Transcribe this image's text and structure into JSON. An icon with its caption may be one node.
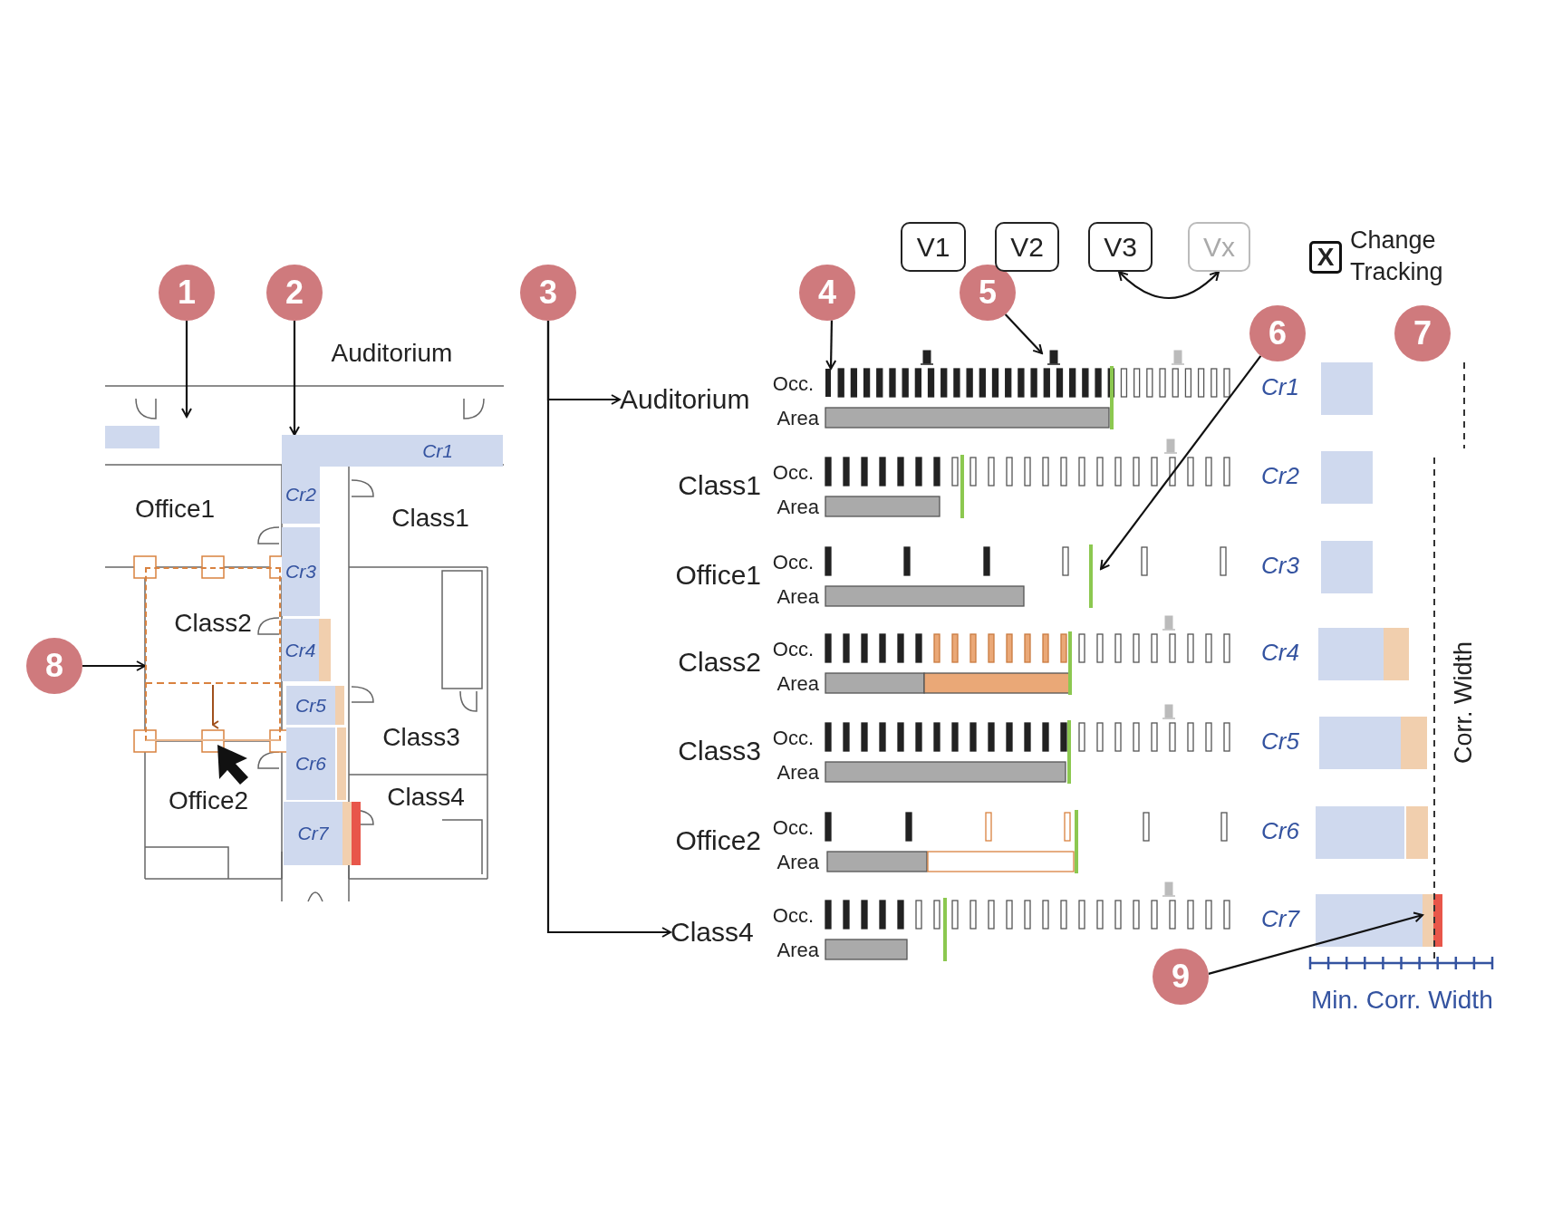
{
  "diagram": {
    "nodes": [
      {
        "text": [
          "1"
        ]
      },
      {
        "text": [
          "2"
        ]
      },
      {
        "text": [
          "3"
        ]
      },
      {
        "text": [
          "4"
        ]
      },
      {
        "text": [
          "5"
        ]
      },
      {
        "text": [
          "6"
        ]
      },
      {
        "text": [
          "7"
        ]
      },
      {
        "text": [
          "8"
        ]
      },
      {
        "text": [
          "9"
        ]
      },
      {
        "text": [
          "Auditorium"
        ]
      },
      {
        "text": [
          "Office1"
        ]
      },
      {
        "text": [
          "Class1"
        ]
      },
      {
        "text": [
          "Class2"
        ]
      },
      {
        "text": [
          "Class3"
        ]
      },
      {
        "text": [
          "Office2"
        ]
      },
      {
        "text": [
          "Class4"
        ]
      },
      {
        "text": [
          "Cr1"
        ]
      },
      {
        "text": [
          "Cr2"
        ]
      },
      {
        "text": [
          "Cr3"
        ]
      },
      {
        "text": [
          "Cr4"
        ]
      },
      {
        "text": [
          "Cr5"
        ]
      },
      {
        "text": [
          "Cr6"
        ]
      },
      {
        "text": [
          "Cr7"
        ]
      },
      {
        "text": [
          "V1"
        ]
      },
      {
        "text": [
          "V2"
        ]
      },
      {
        "text": [
          "V3"
        ]
      },
      {
        "text": [
          "Vx"
        ]
      },
      {
        "text": [
          "X"
        ],
        "beside": [
          "Change Tracking"
        ]
      },
      {
        "text": [
          "Auditorium"
        ]
      },
      {
        "text": [
          "Class4"
        ]
      },
      {
        "text": [],
        "shape": "bar"
      }
    ],
    "edges": [
      {
        "from": 0,
        "to": null,
        "arrow": "to"
      },
      {
        "from": 1,
        "to": 16,
        "arrow": "to"
      },
      {
        "from": 2,
        "to": 28,
        "arrow": "to"
      },
      {
        "from": 2,
        "to": 29,
        "arrow": "to"
      },
      {
        "from": 3,
        "to": 30,
        "arrow": "to"
      },
      {
        "from": 4,
        "to": null,
        "arrow": "to"
      },
      {
        "from": 5,
        "to": null,
        "arrow": "to"
      },
      {
        "from": 7,
        "to": 12,
        "arrow": "to"
      },
      {
        "from": 8,
        "to": null,
        "arrow": "to"
      },
      {
        "from": 25,
        "to": 26,
        "arrow": "both"
      }
    ],
    "labels": [
      "Occ.",
      "Area",
      "Cr1",
      "Class1",
      "Occ.",
      "Area",
      "Cr2",
      "Office1",
      "Occ.",
      "Area",
      "Cr3",
      "Class2",
      "Occ.",
      "Area",
      "Cr4",
      "Class3",
      "Occ.",
      "Area",
      "Cr5",
      "Office2",
      "Occ.",
      "Area",
      "Cr6",
      "Occ.",
      "Area",
      "Cr7",
      "Corr. Width",
      "Min. Corr. Width"
    ]
  }
}
